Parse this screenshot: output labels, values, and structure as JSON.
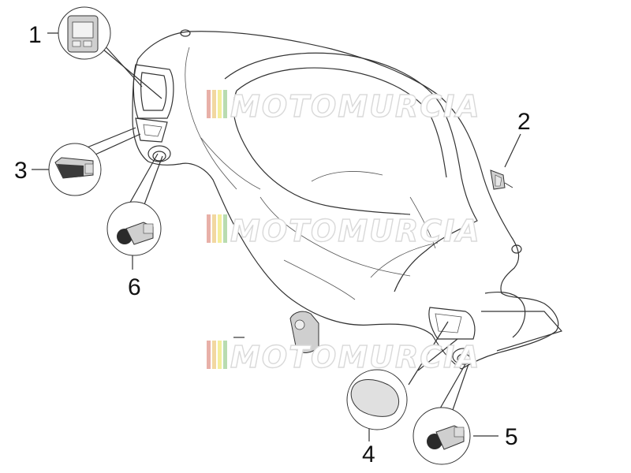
{
  "diagram": {
    "callouts": [
      {
        "id": "1",
        "label": "1"
      },
      {
        "id": "2",
        "label": "2"
      },
      {
        "id": "3",
        "label": "3"
      },
      {
        "id": "4",
        "label": "4"
      },
      {
        "id": "5",
        "label": "5"
      },
      {
        "id": "6",
        "label": "6"
      }
    ],
    "watermark": {
      "text": "MOTOMURCIA",
      "stripe_colors": [
        "#e8b0a8",
        "#f2d8a0",
        "#f4ee9c",
        "#b9dcb0"
      ]
    }
  }
}
